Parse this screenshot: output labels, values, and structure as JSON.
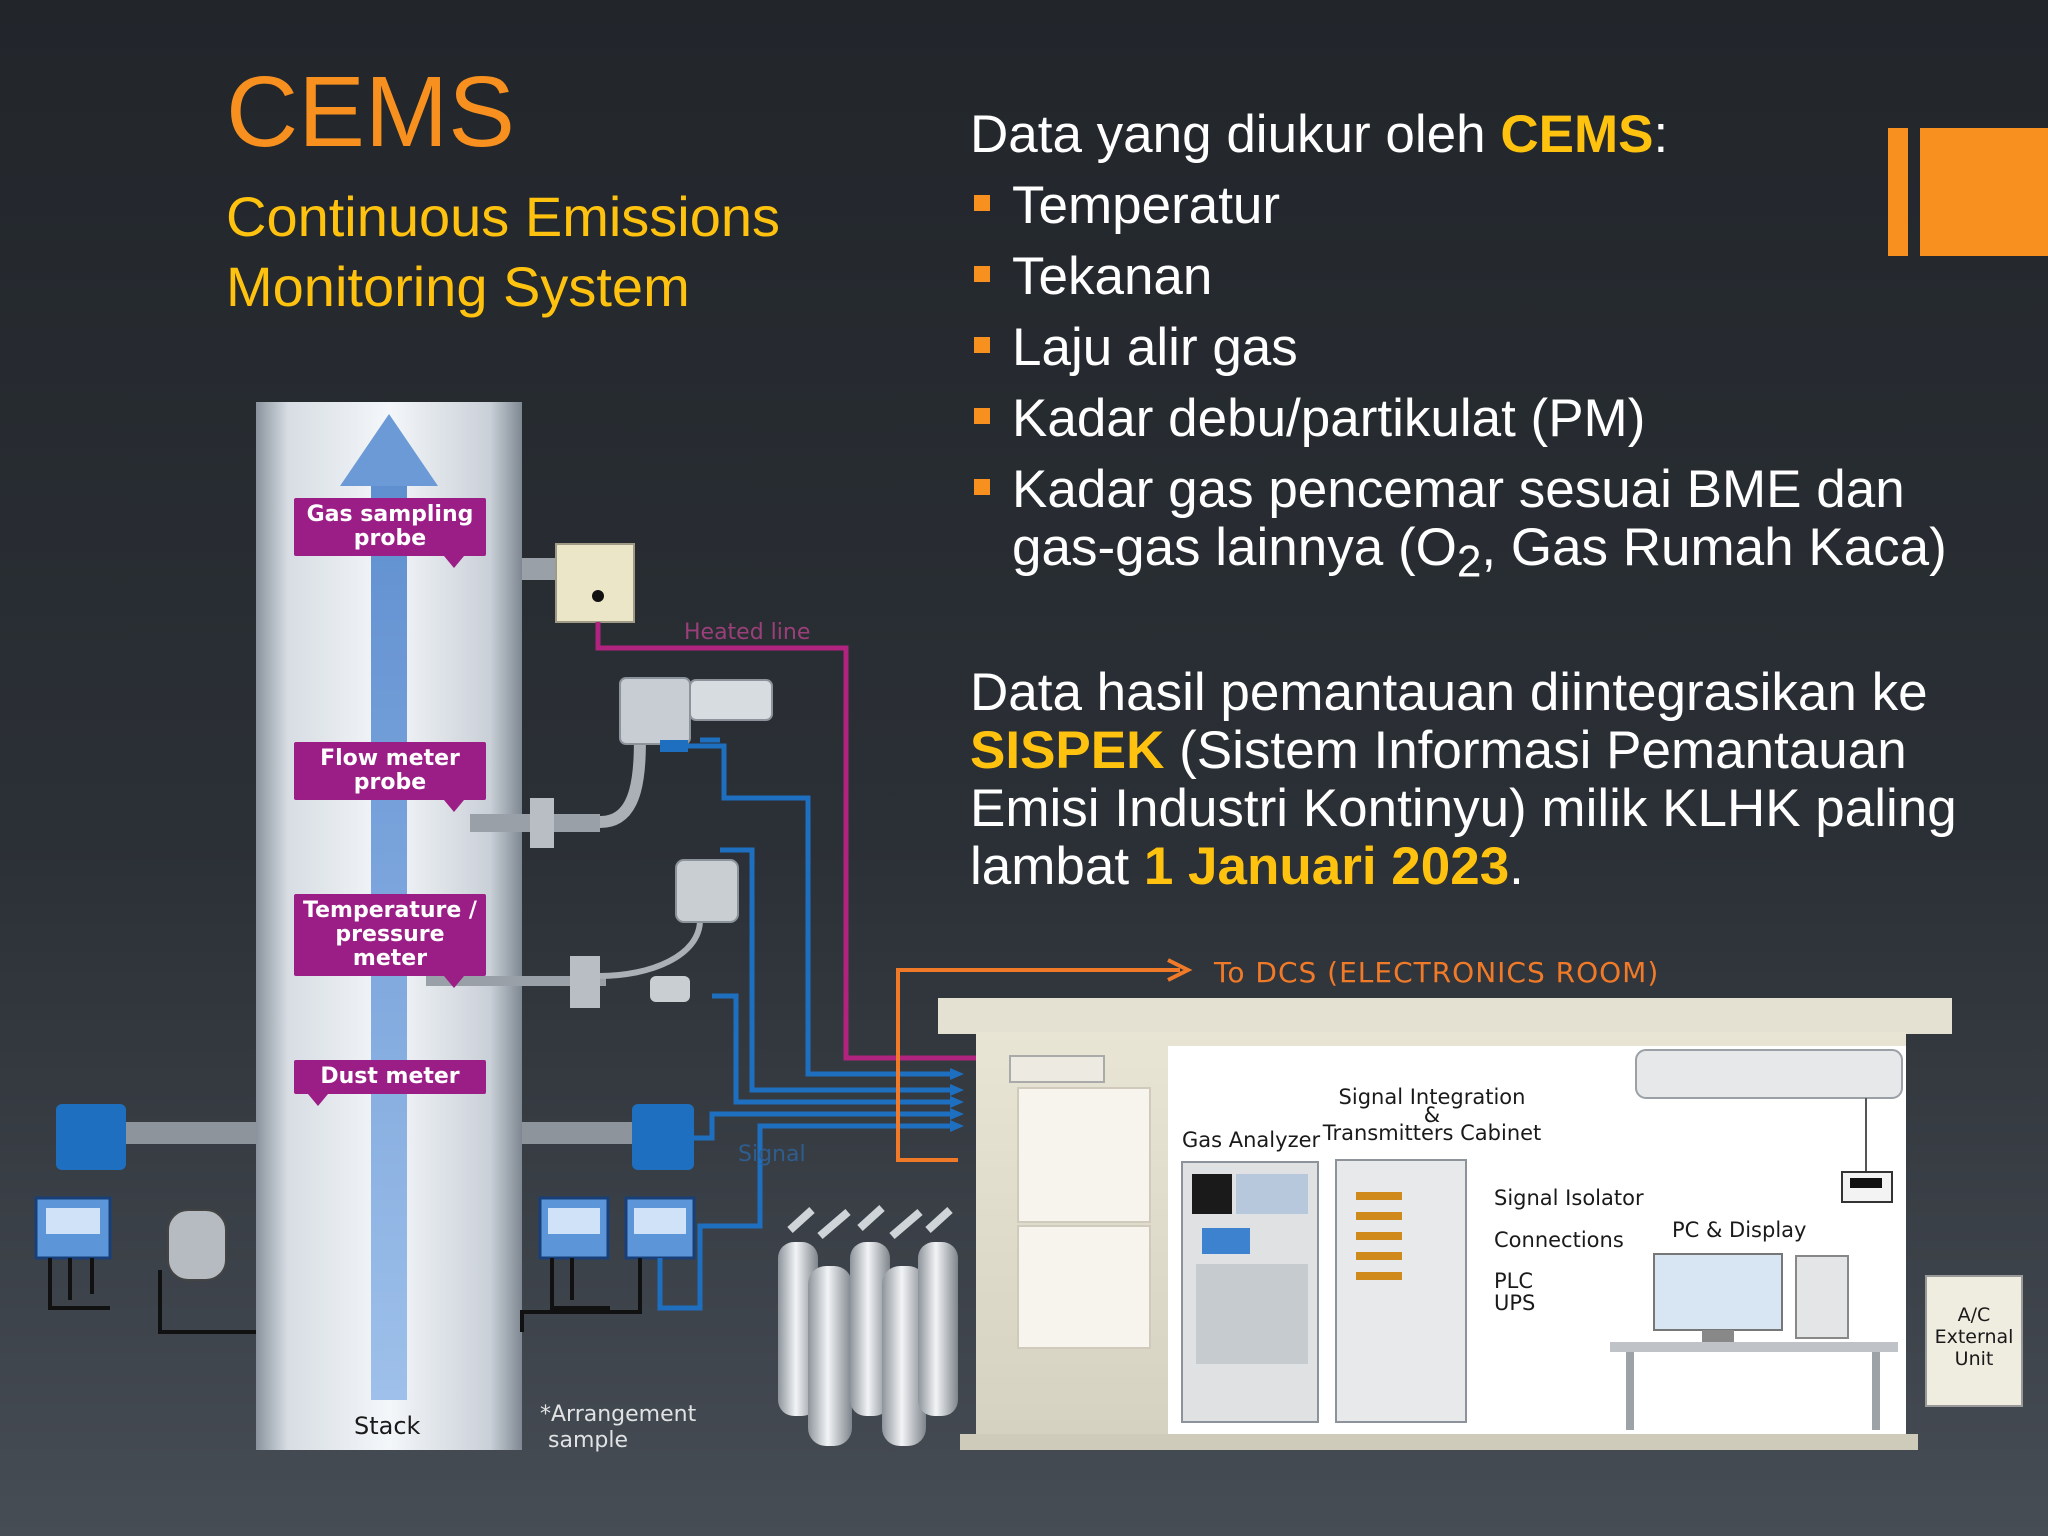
{
  "title": "CEMS",
  "subtitle_line1": "Continuous Emissions",
  "subtitle_line2": "Monitoring System",
  "intro_text": "Data yang diukur oleh ",
  "intro_highlight": "CEMS",
  "intro_suffix": ":",
  "bullets": [
    "Temperatur",
    "Tekanan",
    "Laju alir gas",
    "Kadar debu/partikulat (PM)",
    "Kadar gas pencemar sesuai BME dan"
  ],
  "bullet5_line2_pre": "gas-gas lainnya (O",
  "bullet5_line2_sub": "2",
  "bullet5_line2_post": ", Gas Rumah Kaca)",
  "paragraph": {
    "line1": "Data hasil pemantauan diintegrasikan ke ",
    "highlight1": "SISPEK",
    "line2": " (Sistem Informasi Pemantauan Emisi Industri Kontinyu) milik KLHK paling lambat ",
    "highlight2": "1 Januari 2023",
    "end": "."
  },
  "diagram": {
    "callouts": {
      "gas_sampling_probe": [
        "Gas sampling",
        "probe"
      ],
      "flow_meter_probe": [
        "Flow meter",
        "probe"
      ],
      "temperature_pressure_meter": [
        "Temperature /",
        "pressure meter"
      ],
      "dust_meter": "Dust meter"
    },
    "stack_label": "Stack",
    "arrangement_note": [
      "*Arrangement",
      "sample"
    ],
    "heated_line_label": "Heated line",
    "signal_label": "Signal",
    "to_dcs_label": "To DCS (ELECTRONICS ROOM)",
    "signal_integration": [
      "Signal Integration",
      "&",
      "Transmitters Cabinet"
    ],
    "gas_analyzer": "Gas Analyzer",
    "signal_isolator": "Signal Isolator",
    "connections": "Connections",
    "pc_display": "PC & Display",
    "plc": "PLC",
    "ups": "UPS",
    "ac_unit": [
      "A/C",
      "External",
      "Unit"
    ]
  },
  "colors": {
    "title_orange": "#f7901e",
    "highlight_yellow": "#ffc20e",
    "callout_purple": "#9b1d86",
    "signal_blue": "#1f6fc0",
    "heated_line_magenta": "#b0237e",
    "dcs_orange": "#f07a28"
  }
}
